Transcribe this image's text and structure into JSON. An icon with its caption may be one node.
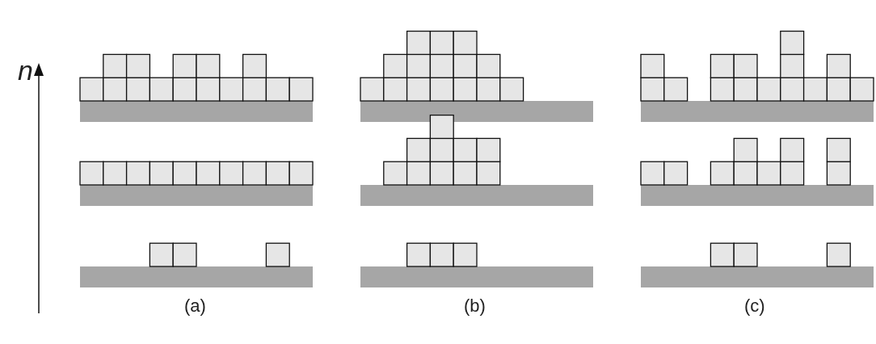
{
  "diagram": {
    "labels": [
      "n",
      "(a)",
      "(b)",
      "(c)"
    ]
  }
}
